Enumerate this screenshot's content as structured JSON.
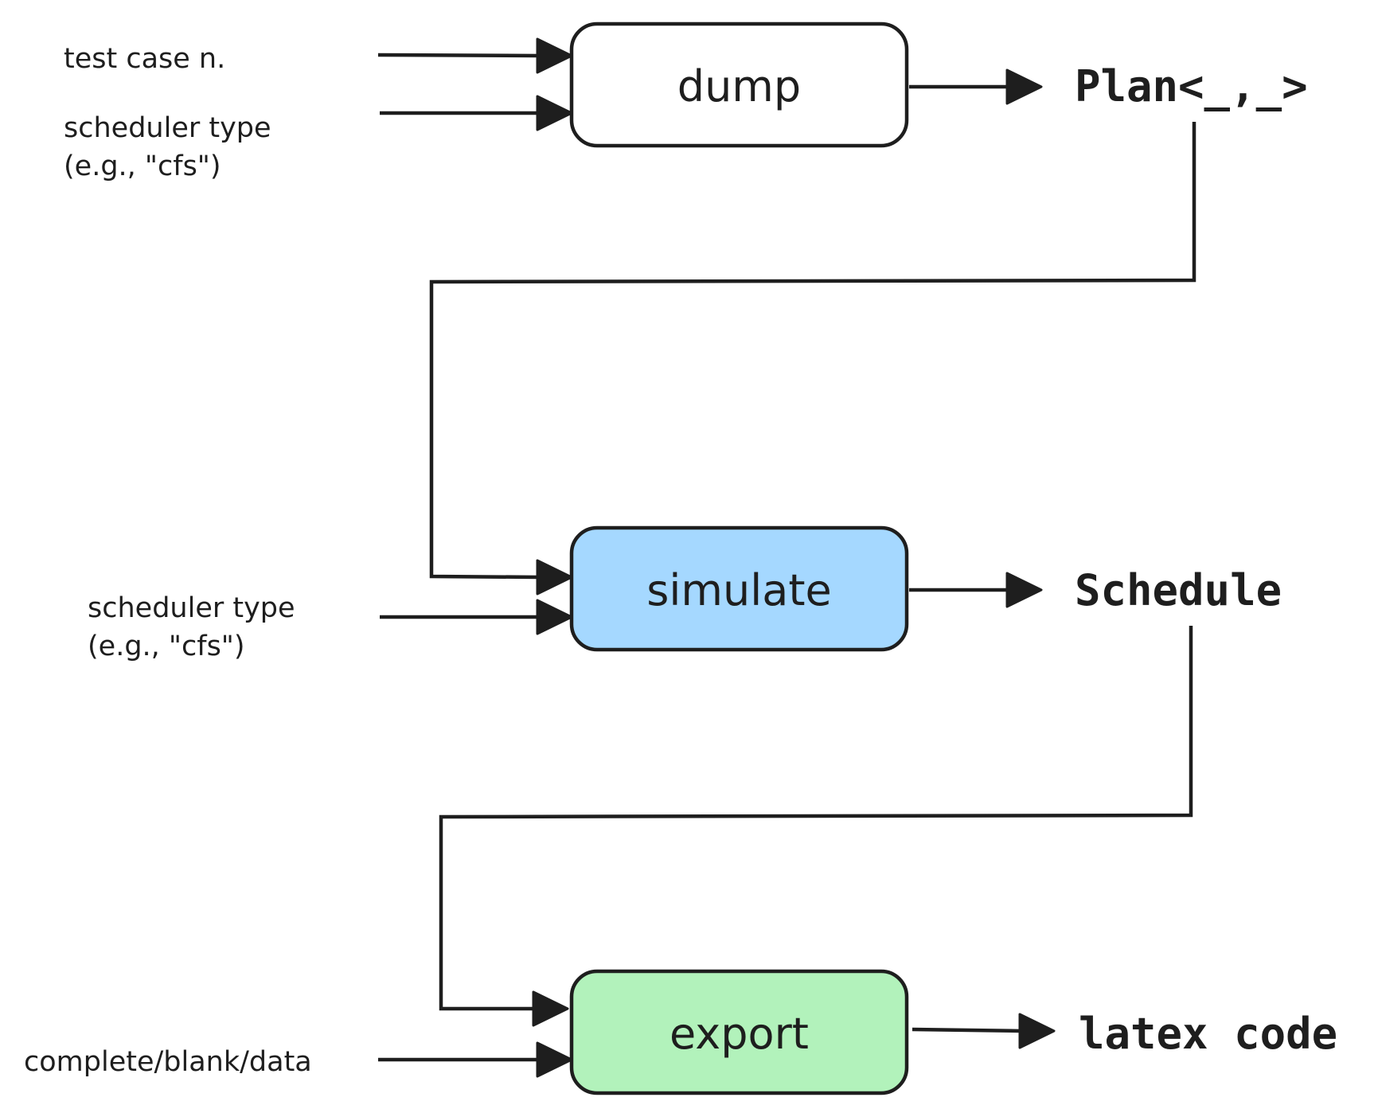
{
  "stages": [
    {
      "id": "dump",
      "label": "dump",
      "fill": "#ffffff"
    },
    {
      "id": "simulate",
      "label": "simulate",
      "fill": "#a5d8ff"
    },
    {
      "id": "export",
      "label": "export",
      "fill": "#b2f2bb"
    }
  ],
  "inputs": {
    "dump": [
      {
        "lines": [
          "test case n."
        ]
      },
      {
        "lines": [
          "scheduler type",
          "(e.g., \"cfs\")"
        ]
      }
    ],
    "simulate": [
      {
        "lines": [
          "scheduler type",
          "(e.g., \"cfs\")"
        ]
      }
    ],
    "export": [
      {
        "lines": [
          "complete/blank/data"
        ]
      }
    ]
  },
  "outputs": {
    "dump": "Plan<_,_>",
    "simulate": "Schedule",
    "export": "latex code"
  },
  "colors": {
    "stroke": "#1e1e1e",
    "background": "#ffffff"
  }
}
